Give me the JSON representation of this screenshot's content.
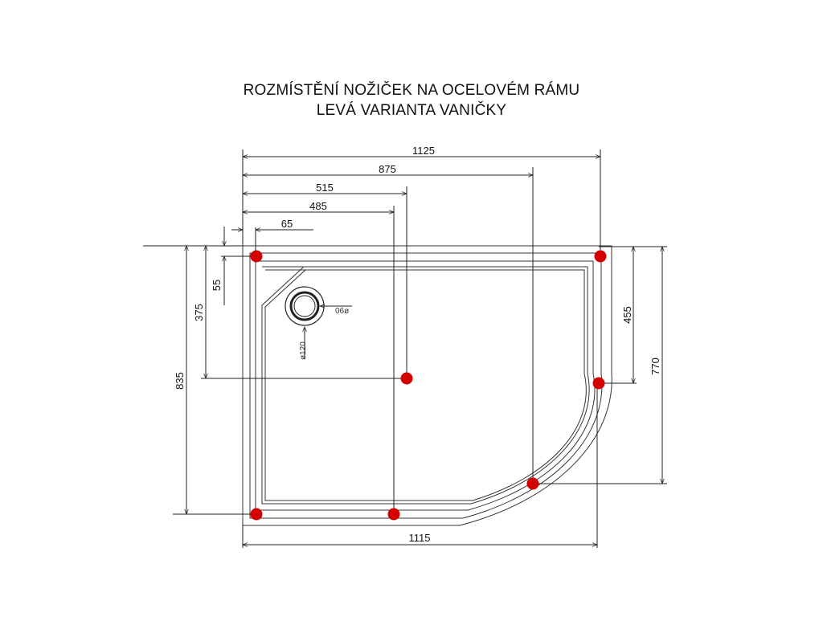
{
  "title": {
    "line1": "ROZMÍSTĚNÍ NOŽIČEK NA OCELOVÉM RÁMU",
    "line2": "LEVÁ VARIANTA VANIČKY"
  },
  "dimensions": {
    "top_1125": "1125",
    "top_875": "875",
    "top_515": "515",
    "top_485": "485",
    "top_65": "65",
    "bottom_1115": "1115",
    "left_55": "55",
    "left_375": "375",
    "left_835": "835",
    "right_455": "455",
    "right_770": "770"
  },
  "drain": {
    "outer_label": "ø120",
    "inner_label": "06ø"
  },
  "colors": {
    "line": "#222222",
    "foot_dot": "#d40000"
  }
}
